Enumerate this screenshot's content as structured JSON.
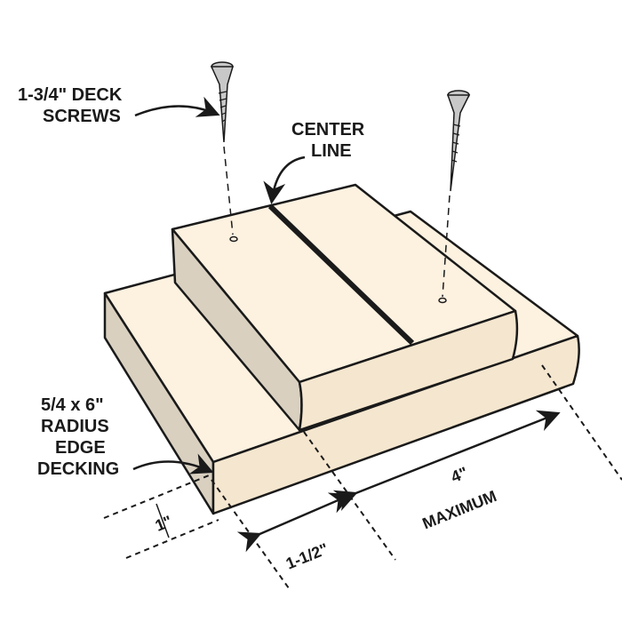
{
  "labels": {
    "screws_line1": "1-3/4\" DECK",
    "screws_line2": "SCREWS",
    "center_line1": "CENTER",
    "center_line2": "LINE",
    "decking_line1": "5/4 x 6\"",
    "decking_line2": "RADIUS",
    "decking_line3": "EDGE",
    "decking_line4": "DECKING",
    "dim_one_inch": "1\"",
    "dim_one_half": "1-1/2\"",
    "dim_four_line1": "4\"",
    "dim_four_line2": "MAXIMUM"
  },
  "colors": {
    "board_top": "#fdf1e0",
    "board_side": "#d9d0c0",
    "board_front": "#f5e6cf",
    "outline": "#1a1a1a",
    "screw": "#c8c8c8"
  }
}
